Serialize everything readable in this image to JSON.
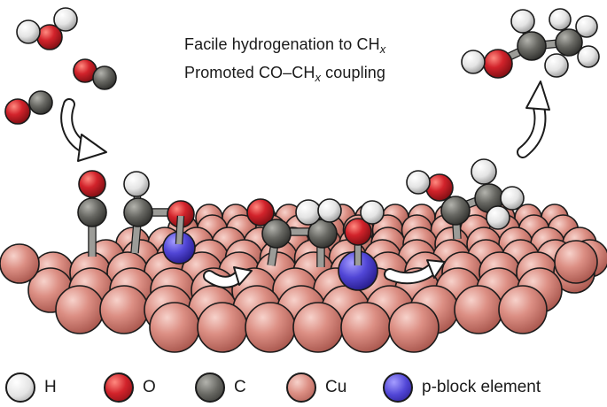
{
  "caption": {
    "line1_prefix": "Facile hydrogenation to CH",
    "line1_sub": "x",
    "line2_prefix": "Promoted CO–CH",
    "line2_sub": "x",
    "line2_suffix": " coupling"
  },
  "legend": [
    {
      "label": "H",
      "color": "#e8e8e8"
    },
    {
      "label": "O",
      "color": "#d5242c"
    },
    {
      "label": "C",
      "color": "#6b6b66"
    },
    {
      "label": "Cu",
      "color": "#d98b80"
    },
    {
      "label": "p-block element",
      "color": "#5a4fd6"
    }
  ],
  "colors": {
    "hydrogen": "#e8e8e8",
    "oxygen": "#d5242c",
    "carbon": "#6b6b66",
    "copper": "#d98b80",
    "p_block": "#5a4fd6",
    "outline": "#1b1b1b"
  }
}
